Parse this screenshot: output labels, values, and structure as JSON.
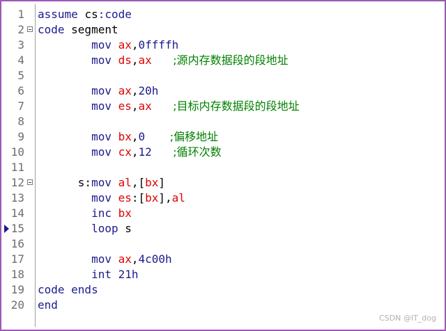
{
  "lines": [
    {
      "n": "1",
      "tokens": [
        {
          "t": "assume",
          "c": "kw"
        },
        {
          "t": " ",
          "c": "tx"
        },
        {
          "t": "cs",
          "c": "tx"
        },
        {
          "t": ":code",
          "c": "kw"
        }
      ]
    },
    {
      "n": "2",
      "fold": true,
      "tokens": [
        {
          "t": "code",
          "c": "kw"
        },
        {
          "t": " segment",
          "c": "tx"
        }
      ]
    },
    {
      "n": "3",
      "tokens": [
        {
          "t": "        mov ",
          "c": "kw"
        },
        {
          "t": "ax",
          "c": "reg"
        },
        {
          "t": ",",
          "c": "pun"
        },
        {
          "t": "0ffffh",
          "c": "num"
        }
      ]
    },
    {
      "n": "4",
      "tokens": [
        {
          "t": "        mov ",
          "c": "kw"
        },
        {
          "t": "ds",
          "c": "reg"
        },
        {
          "t": ",",
          "c": "pun"
        },
        {
          "t": "ax",
          "c": "reg"
        },
        {
          "t": "      ;源内存数据段的段地址",
          "c": "cm"
        }
      ]
    },
    {
      "n": "5",
      "tokens": []
    },
    {
      "n": "6",
      "tokens": [
        {
          "t": "        mov ",
          "c": "kw"
        },
        {
          "t": "ax",
          "c": "reg"
        },
        {
          "t": ",",
          "c": "pun"
        },
        {
          "t": "20h",
          "c": "num"
        }
      ]
    },
    {
      "n": "7",
      "tokens": [
        {
          "t": "        mov ",
          "c": "kw"
        },
        {
          "t": "es",
          "c": "reg"
        },
        {
          "t": ",",
          "c": "pun"
        },
        {
          "t": "ax",
          "c": "reg"
        },
        {
          "t": "      ;目标内存数据段的段地址",
          "c": "cm"
        }
      ]
    },
    {
      "n": "8",
      "tokens": []
    },
    {
      "n": "9",
      "tokens": [
        {
          "t": "        mov ",
          "c": "kw"
        },
        {
          "t": "bx",
          "c": "reg"
        },
        {
          "t": ",",
          "c": "pun"
        },
        {
          "t": "0",
          "c": "num"
        },
        {
          "t": "       ;偏移地址",
          "c": "cm"
        }
      ]
    },
    {
      "n": "10",
      "tokens": [
        {
          "t": "        mov ",
          "c": "kw"
        },
        {
          "t": "cx",
          "c": "reg"
        },
        {
          "t": ",",
          "c": "pun"
        },
        {
          "t": "12",
          "c": "num"
        },
        {
          "t": "      ;循环次数",
          "c": "cm"
        }
      ]
    },
    {
      "n": "11",
      "tokens": []
    },
    {
      "n": "12",
      "fold": true,
      "tokens": [
        {
          "t": "      s:",
          "c": "tx"
        },
        {
          "t": "mov ",
          "c": "kw"
        },
        {
          "t": "al",
          "c": "reg"
        },
        {
          "t": ",[",
          "c": "pun"
        },
        {
          "t": "bx",
          "c": "reg"
        },
        {
          "t": "]",
          "c": "pun"
        }
      ]
    },
    {
      "n": "13",
      "tokens": [
        {
          "t": "        mov ",
          "c": "kw"
        },
        {
          "t": "es",
          "c": "reg"
        },
        {
          "t": ":[",
          "c": "pun"
        },
        {
          "t": "bx",
          "c": "reg"
        },
        {
          "t": "],",
          "c": "pun"
        },
        {
          "t": "al",
          "c": "reg"
        }
      ]
    },
    {
      "n": "14",
      "tokens": [
        {
          "t": "        inc ",
          "c": "kw"
        },
        {
          "t": "bx",
          "c": "reg"
        }
      ]
    },
    {
      "n": "15",
      "marker": true,
      "tokens": [
        {
          "t": "        loop ",
          "c": "kw"
        },
        {
          "t": "s",
          "c": "tx"
        }
      ]
    },
    {
      "n": "16",
      "tokens": []
    },
    {
      "n": "17",
      "tokens": [
        {
          "t": "        mov ",
          "c": "kw"
        },
        {
          "t": "ax",
          "c": "reg"
        },
        {
          "t": ",",
          "c": "pun"
        },
        {
          "t": "4c00h",
          "c": "num"
        }
      ]
    },
    {
      "n": "18",
      "tokens": [
        {
          "t": "        int ",
          "c": "kw"
        },
        {
          "t": "21h",
          "c": "num"
        }
      ]
    },
    {
      "n": "19",
      "tokens": [
        {
          "t": "code",
          "c": "kw"
        },
        {
          "t": " ends",
          "c": "kw"
        }
      ]
    },
    {
      "n": "20",
      "tokens": [
        {
          "t": "end",
          "c": "kw"
        }
      ]
    }
  ],
  "watermark": "CSDN @IT_dog",
  "colors": {
    "keyword": "#1a1a8c",
    "register": "#e00000",
    "comment": "#008000",
    "border": "#9b59b6"
  }
}
